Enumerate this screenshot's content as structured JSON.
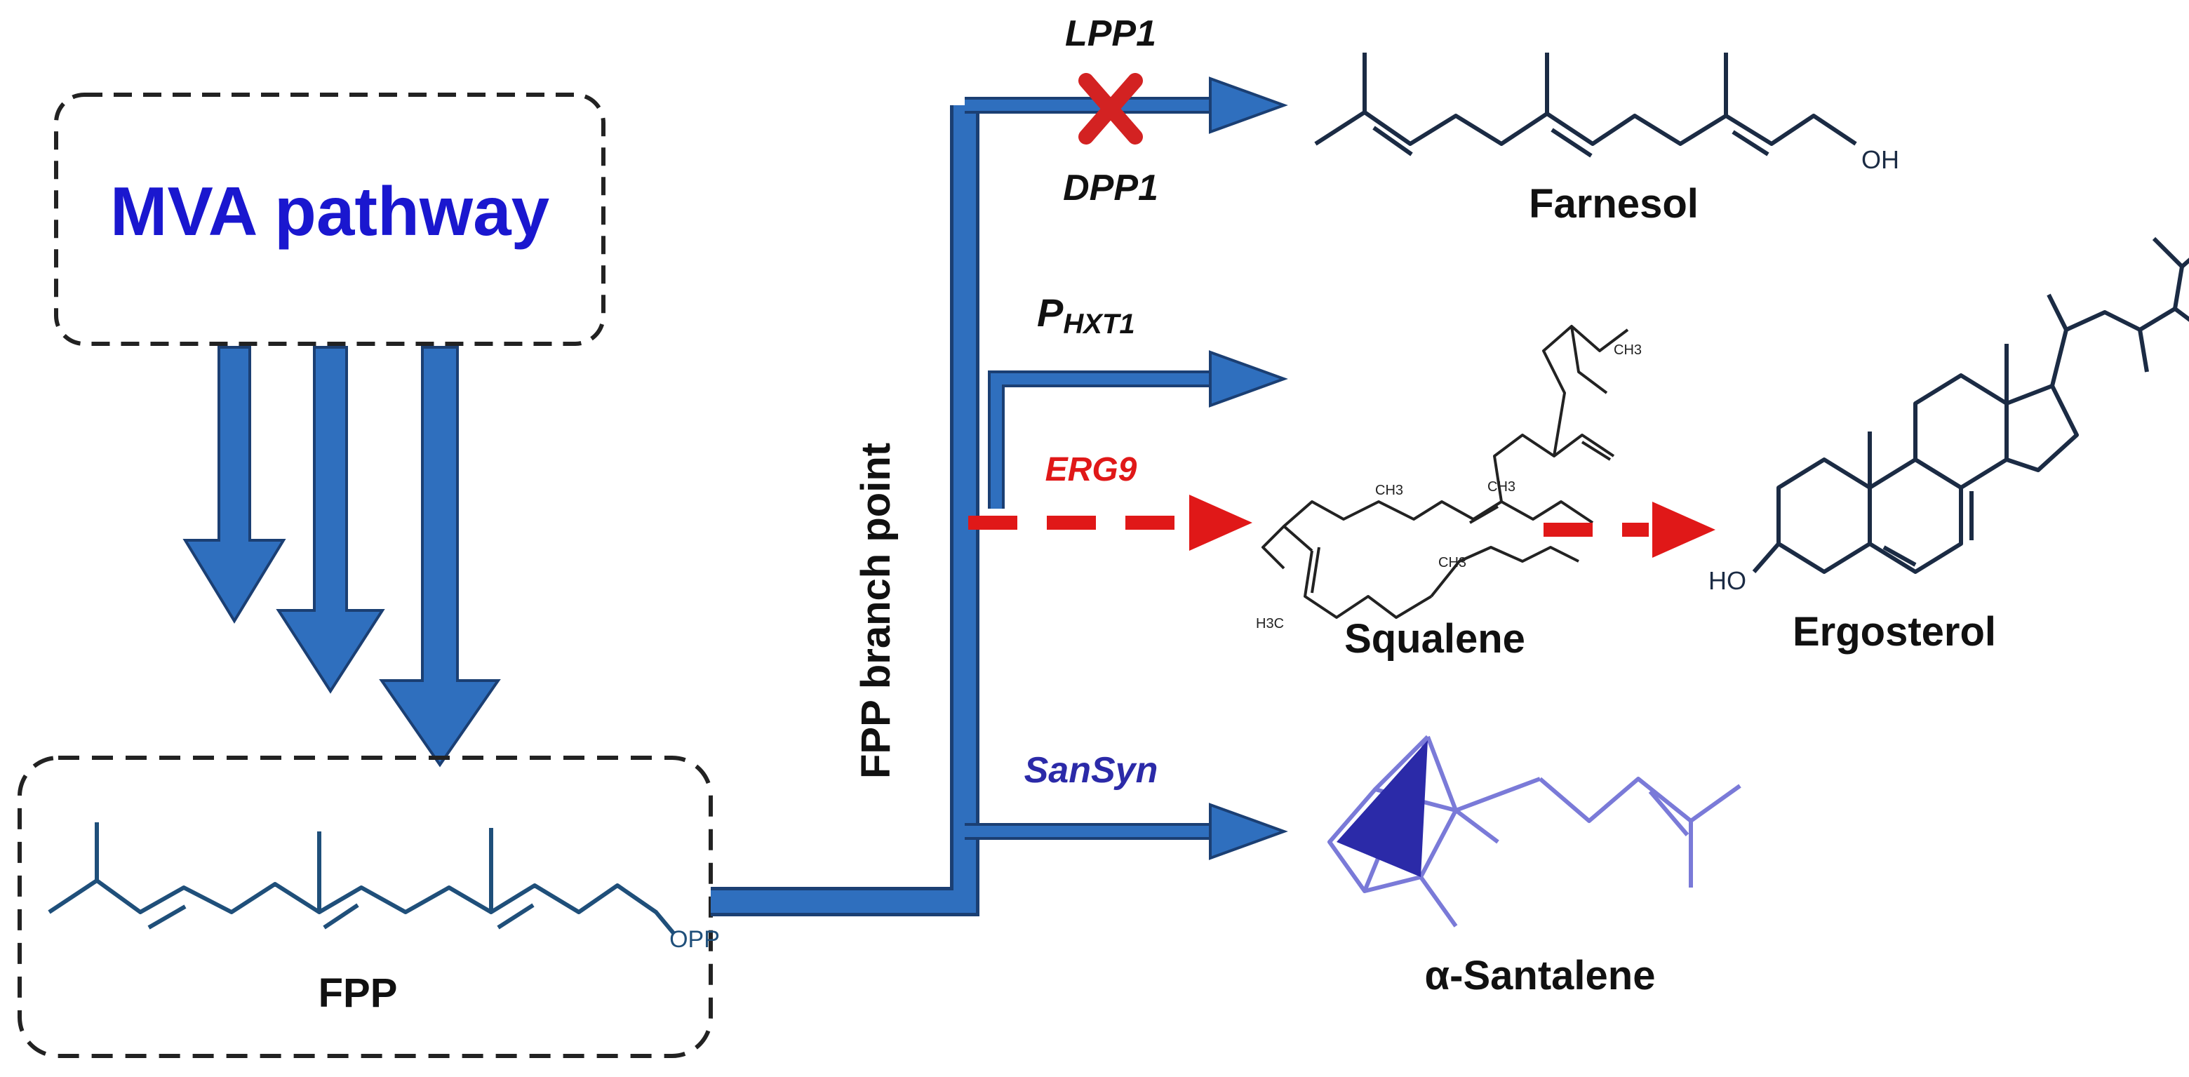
{
  "colors": {
    "arrow_blue": "#2f6fbe",
    "arrow_outline": "#1b3f73",
    "mva_blue": "#1a17cf",
    "erg9_red": "#e01818",
    "knockout_red": "#d32222",
    "sansyn_blue": "#2b2aa8",
    "structure_dark": "#1b2b44",
    "santalene_purple": "#7a7ad8",
    "fpp_structure": "#1f4f7a"
  },
  "nodes": {
    "mva_pathway": "MVA pathway",
    "fpp": "FPP",
    "farnesol": "Farnesol",
    "squalene": "Squalene",
    "ergosterol": "Ergosterol",
    "santalene": "α-Santalene"
  },
  "branch_point_label": "FPP branch point",
  "genes": {
    "lpp1": "LPP1",
    "dpp1": "DPP1",
    "phxt1_main": "P",
    "phxt1_sub": "HXT1",
    "erg9": "ERG9",
    "sansyn": "SanSyn"
  },
  "atom_labels": {
    "farnesol_oh": "OH",
    "fpp_opp": "OPP",
    "ergosterol_ho": "HO",
    "methyl": "CH3",
    "h3c": "H3C"
  },
  "icons": {
    "knockout": "red-x-icon"
  }
}
